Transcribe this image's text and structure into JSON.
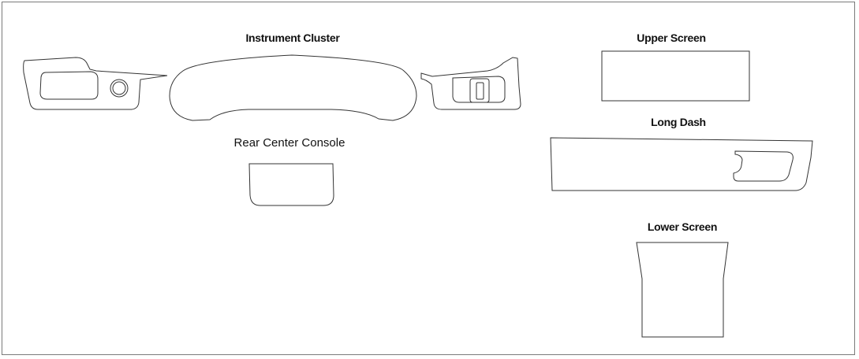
{
  "labels": {
    "instrument_cluster": "Instrument Cluster",
    "upper_screen": "Upper Screen",
    "long_dash": "Long Dash",
    "rear_center_console": "Rear Center Console",
    "lower_screen": "Lower Screen"
  },
  "colors": {
    "stroke": "#333333",
    "frame": "#7a7a7a",
    "text": "#111111"
  }
}
